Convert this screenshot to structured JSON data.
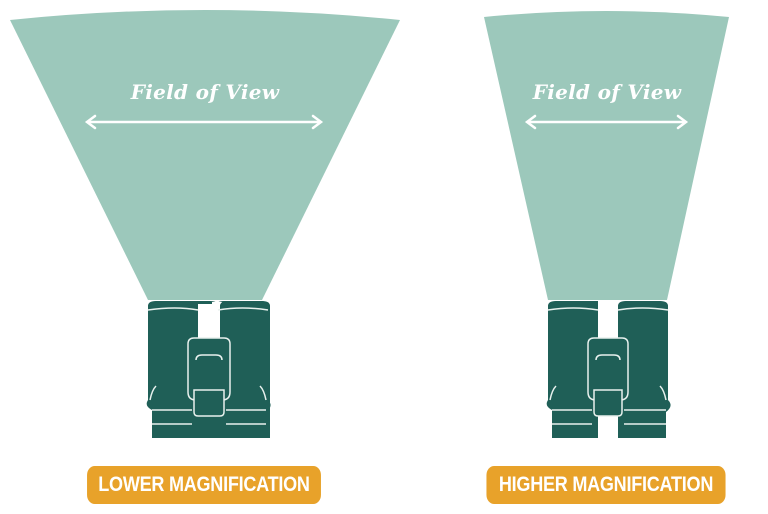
{
  "colors": {
    "cone": "#9cc8bb",
    "binocular": "#1f5f57",
    "binocular_outline": "#e8f1ee",
    "badge": "#e8a22a",
    "text_light": "#ffffff",
    "background": "#ffffff"
  },
  "panels": [
    {
      "id": "lower",
      "fov_label": "Field of View",
      "badge_label": "LOWER MAGNIFICATION"
    },
    {
      "id": "higher",
      "fov_label": "Field of View",
      "badge_label": "HIGHER MAGNIFICATION"
    }
  ]
}
